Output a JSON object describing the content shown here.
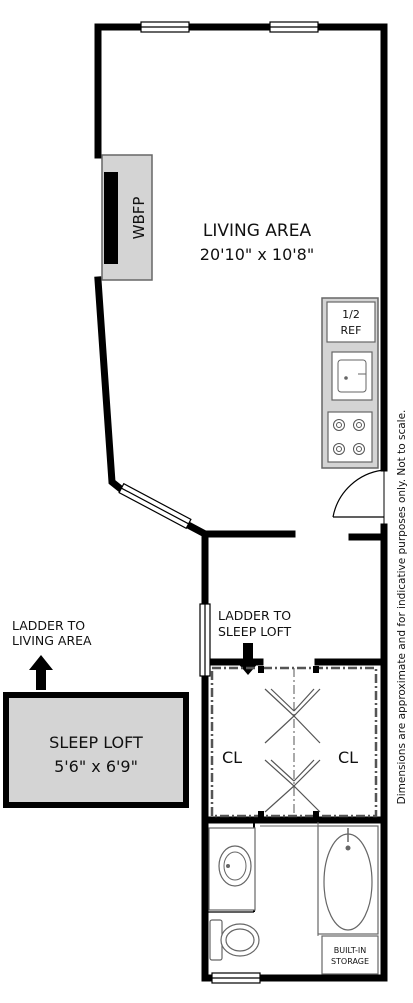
{
  "rooms": {
    "living": {
      "name": "LIVING AREA",
      "dims": "20'10\" x 10'8\""
    },
    "sleep_loft": {
      "name": "SLEEP LOFT",
      "dims": "5'6\" x 6'9\""
    }
  },
  "fixtures": {
    "fireplace": "WBFP",
    "ref_top": "1/2",
    "ref_bottom": "REF",
    "closet_left": "CL",
    "closet_right": "CL",
    "storage_line1": "BUILT-IN",
    "storage_line2": "STORAGE"
  },
  "annotations": {
    "ladder_living_line1": "LADDER TO",
    "ladder_living_line2": "LIVING AREA",
    "ladder_loft_line1": "LADDER TO",
    "ladder_loft_line2": "SLEEP LOFT",
    "disclaimer": "Dimensions are approximate and for indicative purposes only. Not to scale."
  },
  "colors": {
    "wall": "#000000",
    "fixture_fill": "#d4d4d4",
    "fixture_stroke": "#666666",
    "closet_dash": "#555555"
  }
}
